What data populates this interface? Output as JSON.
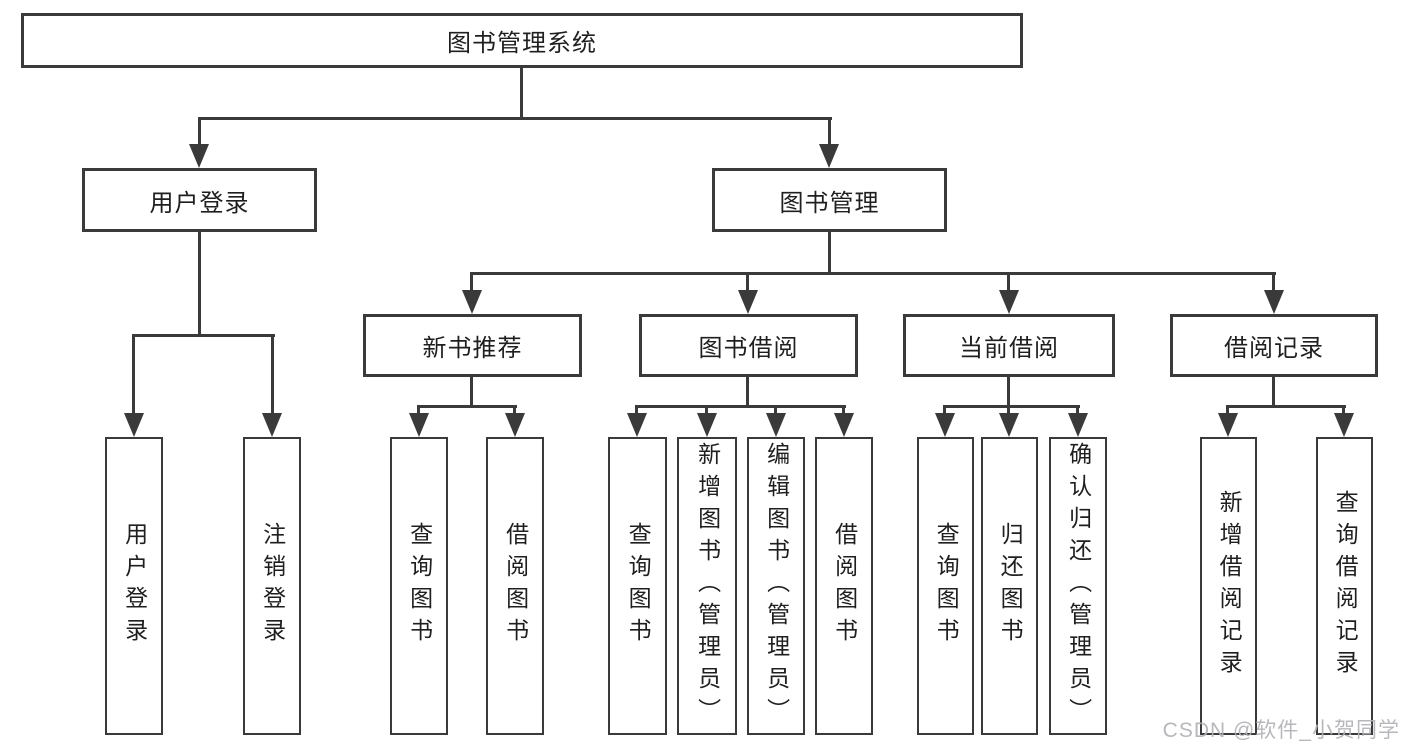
{
  "root": {
    "label": "图书管理系统"
  },
  "user_login": {
    "label": "用户登录",
    "children": [
      "用户登录",
      "注销登录"
    ]
  },
  "book_mgmt": {
    "label": "图书管理"
  },
  "new_book": {
    "label": "新书推荐",
    "children": [
      "查询图书",
      "借阅图书"
    ]
  },
  "book_borrow": {
    "label": "图书借阅",
    "children": [
      "查询图书",
      "新增图书（管理员）",
      "编辑图书（管理员）",
      "借阅图书"
    ]
  },
  "current_borrow": {
    "label": "当前借阅",
    "children": [
      "查询图书",
      "归还图书",
      "确认归还（管理员）"
    ]
  },
  "borrow_record": {
    "label": "借阅记录",
    "children": [
      "新增借阅记录",
      "查询借阅记录"
    ]
  },
  "watermark": {
    "text": "CSDN @软件_小贺同学"
  },
  "colors": {
    "line": "#3a3a3a",
    "text": "#1f1f1f",
    "watermark": "#b2b2b6",
    "background": "#ffffff"
  }
}
